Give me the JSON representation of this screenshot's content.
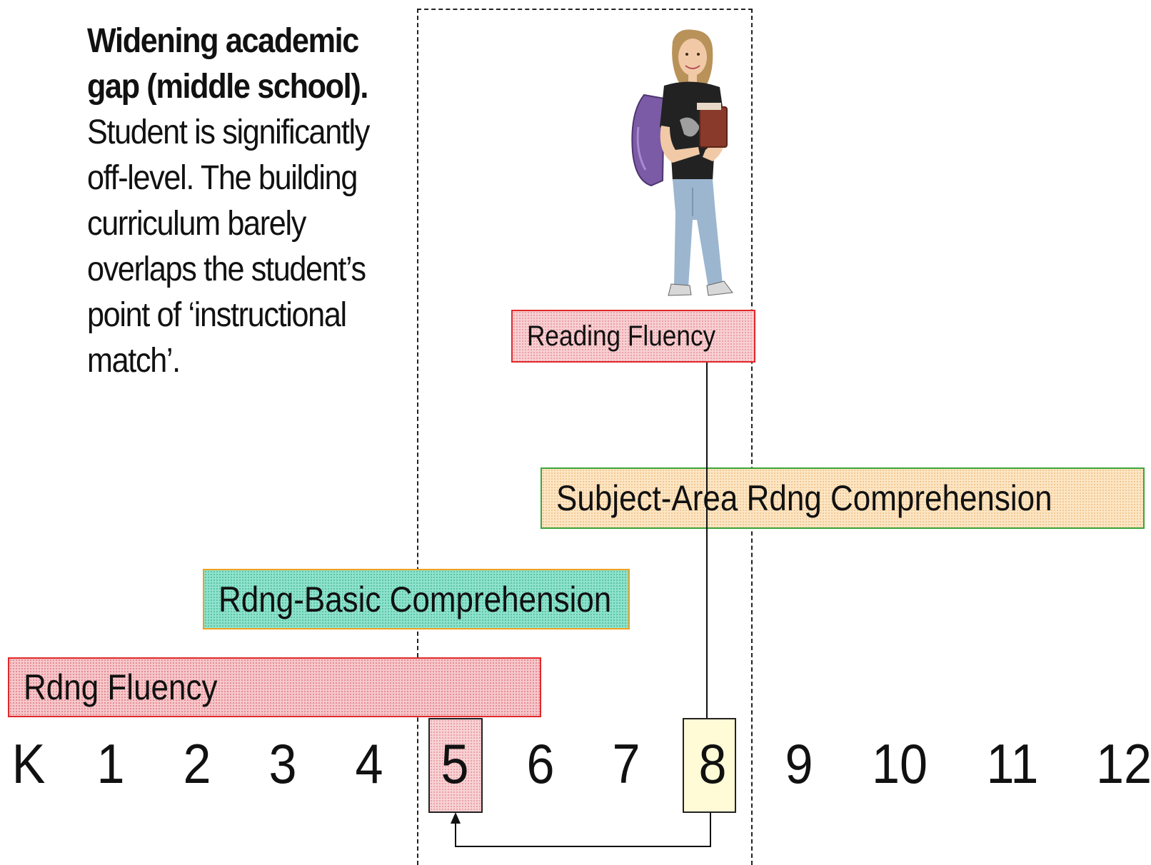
{
  "caption": {
    "title": "Widening academic gap (middle school).",
    "body": "Student is significantly off-level. The building curriculum barely overlaps the student’s point of ‘instructional match’."
  },
  "bars": {
    "rdng_fluency": "Rdng Fluency",
    "basic_comprehension": "Rdng-Basic Comprehension",
    "subject_area": "Subject-Area Rdng Comprehension",
    "student_skill": "Reading Fluency"
  },
  "grades": [
    "K",
    "1",
    "2",
    "3",
    "4",
    "5",
    "6",
    "7",
    "8",
    "9",
    "10",
    "11",
    "12"
  ],
  "colors": {
    "fluency_fill": "#f6c8cb",
    "fluency_border": "#e0282a",
    "basic_fill": "#8fe3cd",
    "basic_border": "#f0a020",
    "subject_fill": "#fde6c4",
    "subject_border": "#3aa63a",
    "placed_grade_fill": "#fffbd6"
  }
}
